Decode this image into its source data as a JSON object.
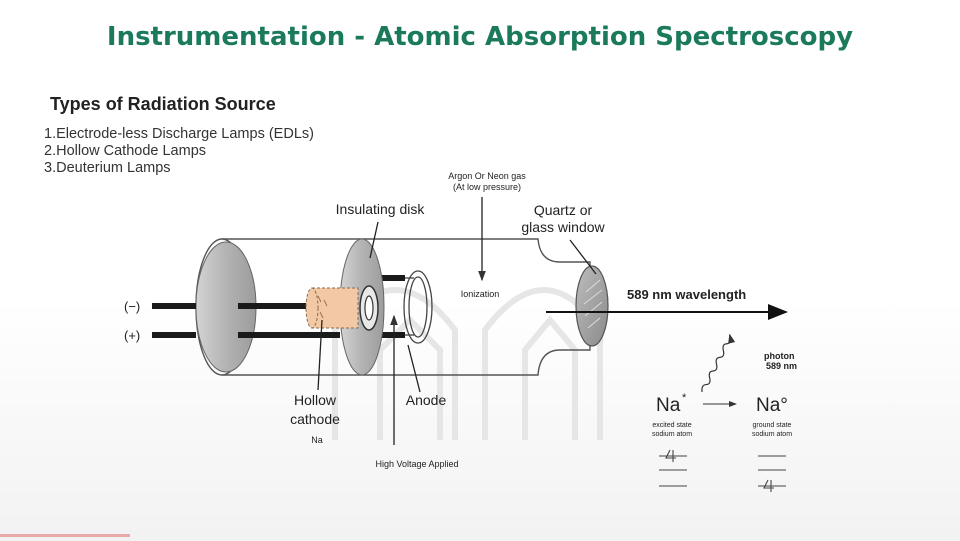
{
  "title": "Instrumentation - Atomic Absorption Spectroscopy",
  "section_heading": "Types of Radiation Source",
  "sources": [
    "1.Electrode-less Discharge Lamps  (EDLs)",
    "2.Hollow Cathode Lamps",
    "3.Deuterium Lamps"
  ],
  "diagram": {
    "gas_label_1": "Argon Or Neon gas",
    "gas_label_2": "(At low pressure)",
    "insulating_disk": "Insulating disk",
    "window_1": "Quartz or",
    "window_2": "glass window",
    "ionization": "Ionization",
    "wavelength": "589 nm wavelength",
    "minus": "(−)",
    "plus": "(+)",
    "cathode_1": "Hollow",
    "cathode_2": "cathode",
    "anode": "Anode",
    "na": "Na",
    "voltage": "High Voltage Applied"
  },
  "inset": {
    "photon_1": "photon",
    "photon_2": "589 nm",
    "na_excited": "Na",
    "star": "*",
    "na_ground": "Na°",
    "excited_1": "excited state",
    "excited_2": "sodium atom",
    "ground_1": "ground state",
    "ground_2": "sodium atom"
  },
  "colors": {
    "title": "#1b7a5c",
    "cathode_label": "#d26a2c",
    "cathode_fill": "#f3c9a5"
  }
}
